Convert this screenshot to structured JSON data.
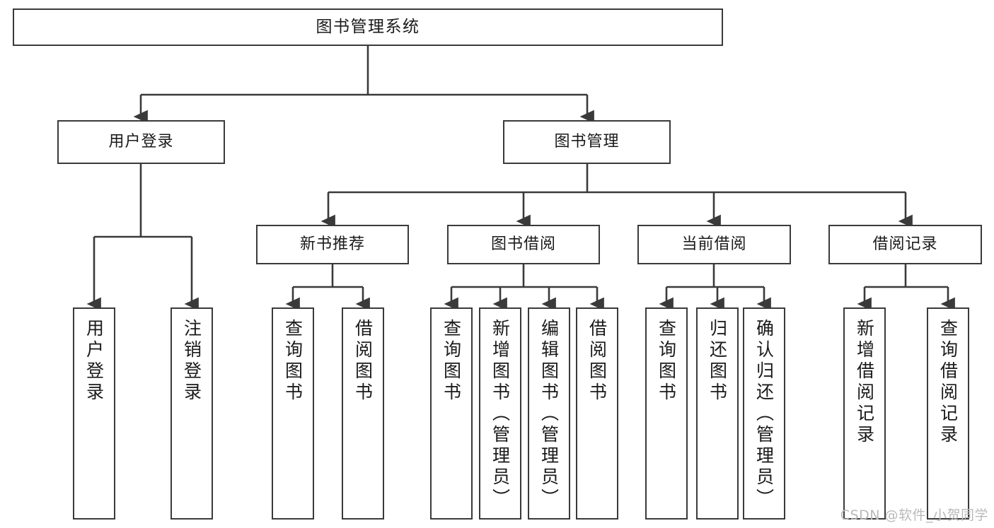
{
  "diagram": {
    "title": "图书管理系统",
    "watermark": "CSDN @软件_小贺同学",
    "line_color": "#3a3a3a",
    "text_color": "#1a1a1a",
    "background": "#ffffff",
    "watermark_color": "#b9b9b9"
  },
  "nodes": {
    "root": {
      "label": "图书管理系统"
    },
    "level2": [
      {
        "label": "用户登录"
      },
      {
        "label": "图书管理"
      }
    ],
    "level3": [
      {
        "label": "新书推荐"
      },
      {
        "label": "图书借阅"
      },
      {
        "label": "当前借阅"
      },
      {
        "label": "借阅记录"
      }
    ],
    "leaves": {
      "user_login": [
        {
          "label": "用户登录"
        },
        {
          "label": "注销登录"
        }
      ],
      "new_book": [
        {
          "label": "查询图书"
        },
        {
          "label": "借阅图书"
        }
      ],
      "book_borrow": [
        {
          "label": "查询图书"
        },
        {
          "label": "新增图书（管理员）"
        },
        {
          "label": "编辑图书（管理员）"
        },
        {
          "label": "借阅图书"
        }
      ],
      "current_borrow": [
        {
          "label": "查询图书"
        },
        {
          "label": "归还图书"
        },
        {
          "label": "确认归还（管理员）"
        }
      ],
      "borrow_record": [
        {
          "label": "新增借阅记录"
        },
        {
          "label": "查询借阅记录"
        }
      ]
    }
  }
}
